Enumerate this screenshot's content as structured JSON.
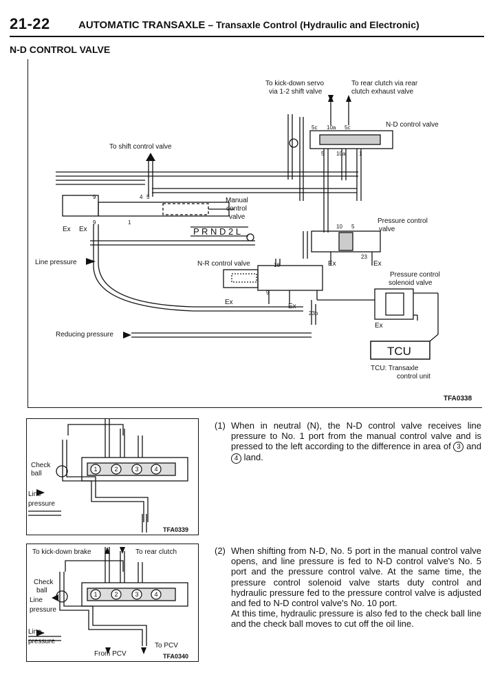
{
  "header": {
    "page_number": "21-22",
    "title": "AUTOMATIC TRANSAXLE",
    "subtitle": " – Transaxle Control (Hydraulic and Electronic)"
  },
  "section_title": "N-D CONTROL VALVE",
  "main_diagram": {
    "label_kickdown": "To kick-down servo",
    "label_kickdown_2": "via 1-2 shift valve",
    "label_rear_clutch": "To rear clutch via rear",
    "label_rear_clutch_2": "clutch exhaust valve",
    "label_nd_valve": "N-D control valve",
    "label_shift_valve": "To shift control valve",
    "label_manual": "Manual",
    "label_manual_2": "control",
    "label_manual_3": "valve",
    "label_prnd": "P R N D 2 L",
    "label_pcv": "Pressure control",
    "label_pcv_2": "valve",
    "label_line": "Line pressure",
    "label_nr": "N-R control valve",
    "label_pcsv": "Pressure control",
    "label_pcsv_2": "solenoid valve",
    "label_reducing": "Reducing pressure",
    "label_tcu": "TCU",
    "label_tcu_def": "TCU:  Transaxle",
    "label_tcu_def_2": "control unit",
    "code": "TFA0338",
    "ex": "Ex",
    "port_5c": "5c",
    "port_10a": "10a",
    "port_5": "5",
    "port_1": "1",
    "port_10": "10",
    "port_9": "9",
    "port_4": "4",
    "port_16": "16",
    "port_23": "23",
    "port_23b": "23b"
  },
  "figure1": {
    "check_ball": "Check",
    "check_ball_2": "ball",
    "line": "Line",
    "pressure": "pressure",
    "code": "TFA0339",
    "land_1": "1",
    "land_2": "2",
    "land_3": "3",
    "land_4": "4"
  },
  "figure2": {
    "to_kickdown": "To kick-down brake",
    "to_rear": "To rear clutch",
    "check_ball": "Check",
    "check_ball_2": "ball",
    "line": "Line",
    "pressure": "pressure",
    "line_b": "Line",
    "pressure_b": "pressure",
    "to_pcv": "To PCV",
    "from_pcv": "From PCV",
    "code": "TFA0340"
  },
  "text": {
    "p1_num": "(1)",
    "p1_a": "When in neutral (N), the N-D control valve receives line pressure to No. 1 port from the manual control valve and is pressed to the left according to the difference in area of ",
    "p1_c3": "3",
    "p1_and": " and ",
    "p1_c4": "4",
    "p1_b": " land.",
    "p2_num": "(2)",
    "p2_a": "When shifting from N-D, No. 5 port in the manual control valve opens, and line pressure is fed to N-D control valve's No. 5 port and the pressure control valve. At the same time, the pressure control solenoid valve starts duty control and hydraulic pressure fed to the pressure control valve is adjusted and fed to N-D control valve's No. 10 port.",
    "p2_b": "At this time, hydraulic pressure is also fed to the check ball line and the check ball moves to cut off the oil line."
  }
}
